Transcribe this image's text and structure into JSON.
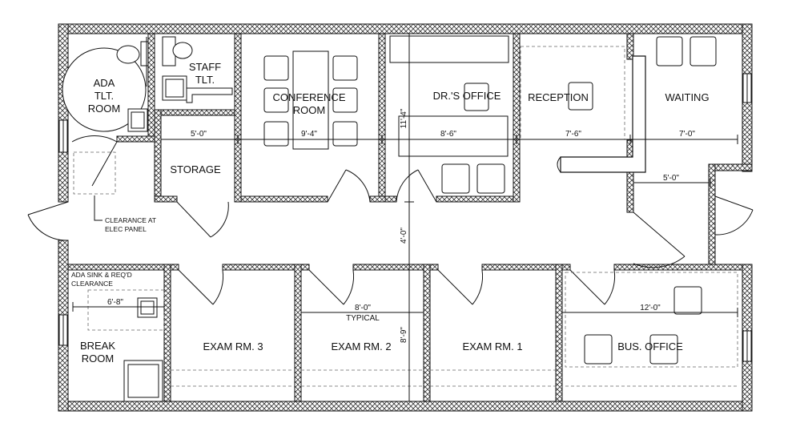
{
  "rooms": {
    "ada_toilet": [
      "ADA",
      "TLT.",
      "ROOM"
    ],
    "staff_toilet": [
      "STAFF",
      "TLT."
    ],
    "conference": [
      "CONFERENCE",
      "ROOM"
    ],
    "drs_office": "DR.'S OFFICE",
    "reception": "RECEPTION",
    "waiting": "WAITING",
    "storage": "STORAGE",
    "break_room": [
      "BREAK",
      "ROOM"
    ],
    "exam3": "EXAM RM.  3",
    "exam2": "EXAM RM.  2",
    "exam1": "EXAM RM.  1",
    "bus_office": "BUS. OFFICE"
  },
  "dimensions": {
    "storage_w": "5'-0\"",
    "conference_w": "9'-4\"",
    "drs_w": "8'-6\"",
    "reception_w": "7'-6\"",
    "waiting_w": "7'-0\"",
    "entry_w": "5'-0\"",
    "top_depth": "11'-4\"",
    "corridor": "4'-0\"",
    "bottom_depth": "8'-9\"",
    "break_w": "6'-8\"",
    "exam_w": "8'-0\"",
    "exam_typical": "TYPICAL",
    "bus_w": "12'-0\""
  },
  "notes": {
    "elec_clearance": [
      "CLEARANCE AT",
      "ELEC PANEL"
    ],
    "ada_sink": [
      "ADA SINK & REQ'D",
      "CLEARANCE"
    ]
  }
}
